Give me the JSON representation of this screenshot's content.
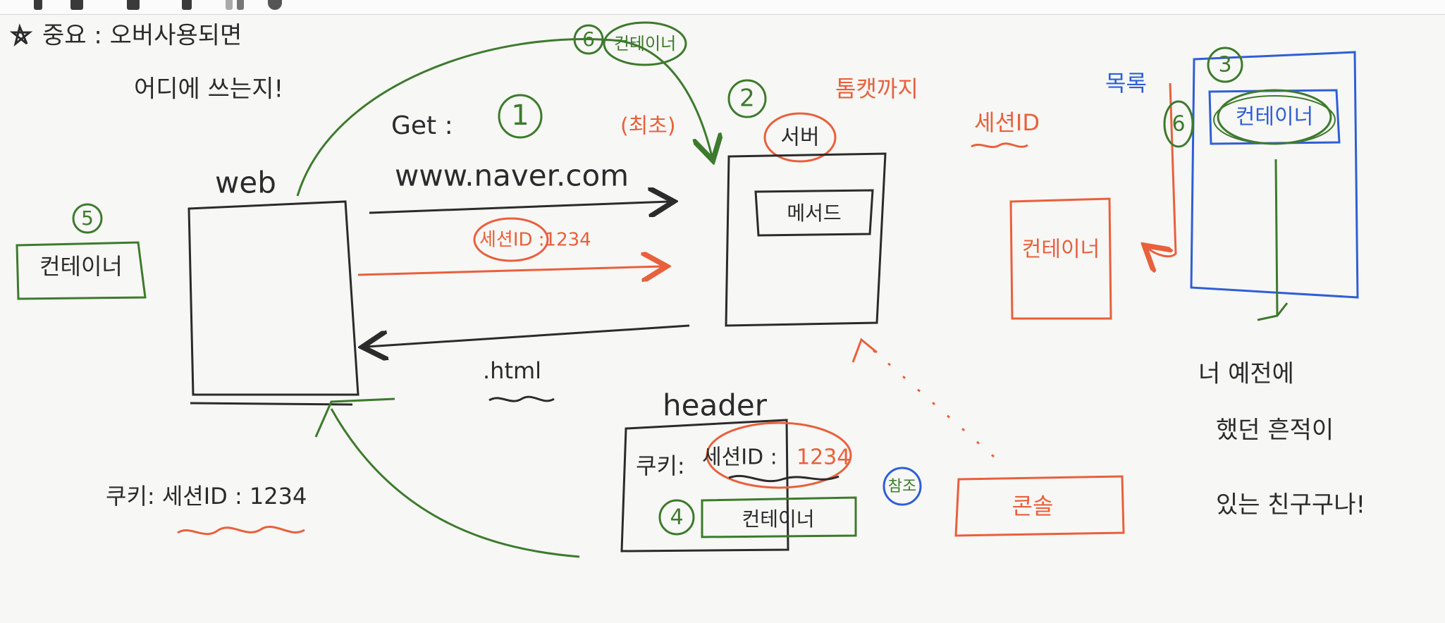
{
  "colors": {
    "ink": "#2b2b2b",
    "green": "#3d7a2d",
    "red": "#e8603c",
    "blue": "#2f5fd6"
  },
  "notes": {
    "important": "중요 : 오버사용되면",
    "important_sub": "어디에 쓰는지!",
    "step1_number": "1",
    "step1_request": "Get :",
    "step1_url": "www.naver.com",
    "step1_note": "(최초)",
    "step2_number": "2",
    "step2_top": "톰캣까지",
    "step3_number": "3",
    "step4_number": "4",
    "step5_number": "5",
    "step6_number_top": "6",
    "step6_number_right": "6",
    "list_label": "목록",
    "session_id_label": "세션ID",
    "response_html": ".html",
    "cookie_bottom": "쿠키: 세션ID : 1234",
    "remark_line1": "너 예전에",
    "remark_line2": "했던 흔적이",
    "remark_line3": "있는 친구구나!"
  },
  "boxes": {
    "web_label": "web",
    "web_container": "컨테이너",
    "server_label": "서버",
    "method_label": "메서드",
    "container_mid": "컨테이너",
    "container_top_green": "컨테이너",
    "container_right_inner": "컨테이너",
    "header_label": "header",
    "header_cookie_key": "쿠키:",
    "header_session": "세션ID :",
    "header_session_value": "1234",
    "header_container": "컨테이너",
    "console_label": "콘솔",
    "console_note": "참조"
  },
  "arrows": {
    "request_session": "세션ID :1234"
  }
}
